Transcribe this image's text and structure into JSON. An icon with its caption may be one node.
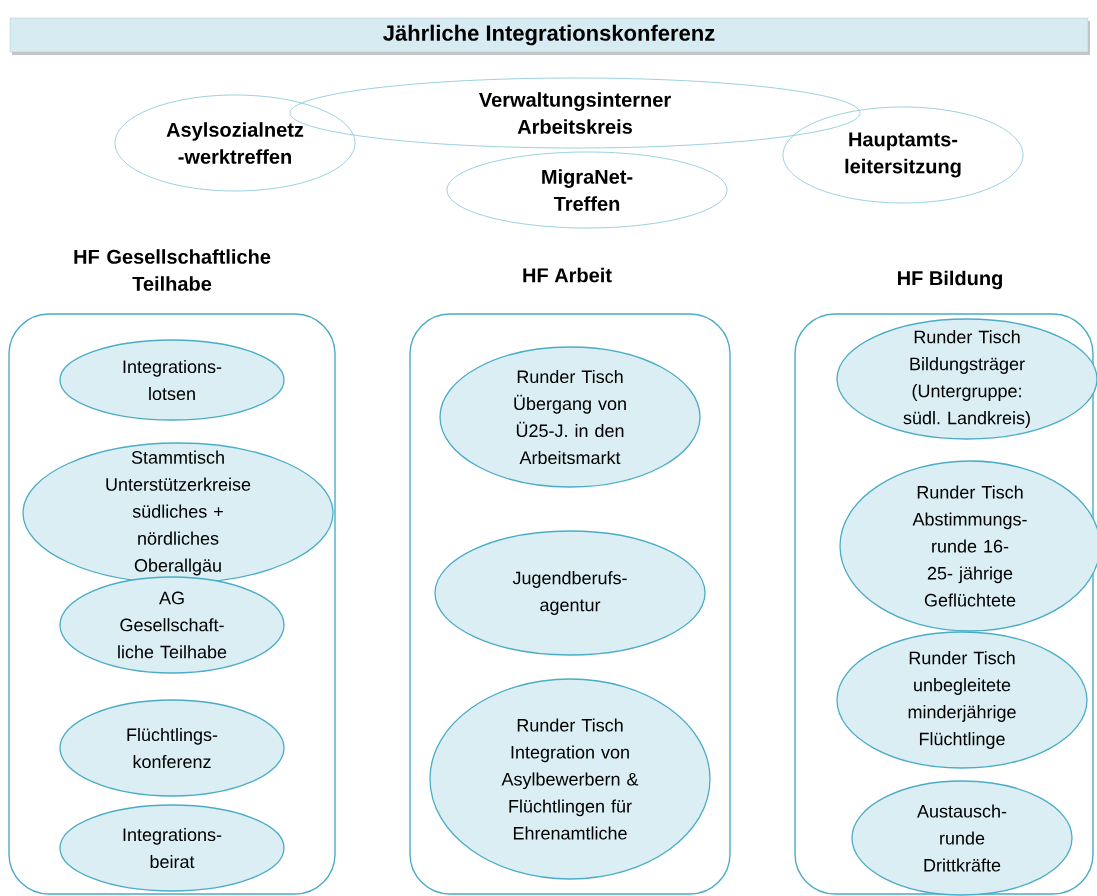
{
  "diagram": {
    "nodes": [
      {
        "text": [
          "Jährliche Integrationskonferenz"
        ]
      },
      {
        "text": [
          "Verwaltungsinterner Arbeitskreis"
        ]
      },
      {
        "text": [
          "Asylsozialnetz -werktreffen"
        ]
      },
      {
        "text": [
          "Hauptamts- leitersitzung"
        ]
      },
      {
        "text": [
          "MigraNet- Treffen"
        ]
      },
      {
        "text": [
          "HF Gesellschaftliche Teilhabe"
        ]
      },
      {
        "text": [
          "Integrations- lotsen"
        ],
        "in": 5
      },
      {
        "text": [
          "Stammtisch Unterstützerkreise südliches + nördliches Oberallgäu"
        ],
        "in": 5
      },
      {
        "text": [
          "AG Gesellschaft- liche Teilhabe"
        ],
        "in": 5
      },
      {
        "text": [
          "Flüchtlings- konferenz"
        ],
        "in": 5
      },
      {
        "text": [
          "Integrations- beirat"
        ],
        "in": 5
      },
      {
        "text": [
          "HF Arbeit"
        ]
      },
      {
        "text": [
          "Runder Tisch Übergang von Ü25-J. in den Arbeitsmarkt"
        ],
        "in": 11
      },
      {
        "text": [
          "Jugendberufs- agentur"
        ],
        "in": 11
      },
      {
        "text": [
          "Runder Tisch Integration von Asylbewerbern & Flüchtlingen für Ehrenamtliche"
        ],
        "in": 11
      },
      {
        "text": [
          "HF Bildung"
        ]
      },
      {
        "text": [
          "Runder Tisch Bildungsträger (Untergruppe: südl. Landkreis)"
        ],
        "in": 15
      },
      {
        "text": [
          "Runder Tisch Abstimmungs- runde 16-25- jährige Geflüchtete"
        ],
        "in": 15
      },
      {
        "text": [
          "Runder Tisch unbegleitete minderjährige Flüchtlinge"
        ],
        "in": 15
      },
      {
        "text": [
          "Austausch- runde Drittkräfte"
        ],
        "in": 15
      }
    ]
  }
}
